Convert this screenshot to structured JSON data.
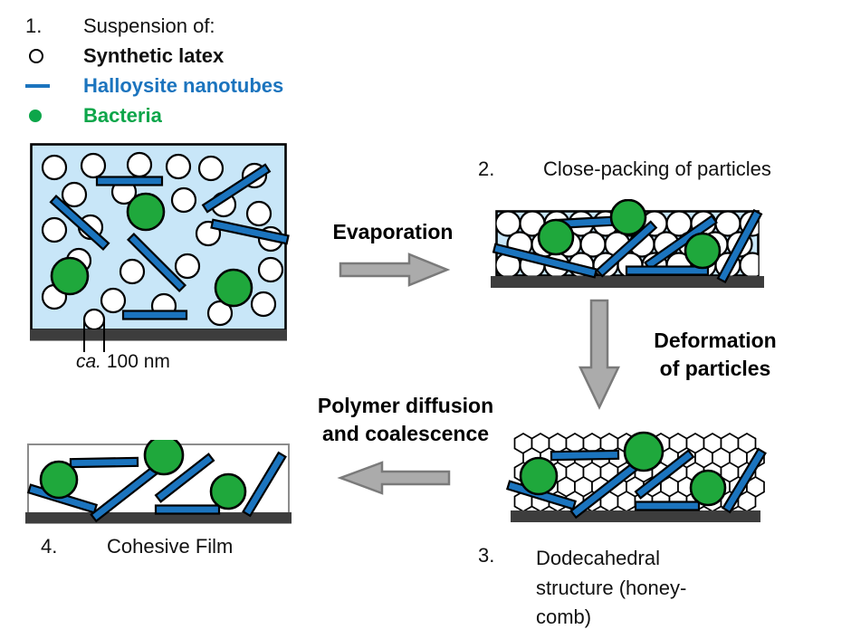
{
  "colors": {
    "suspension_bg": "#C8E6F8",
    "nanotube_blue": "#1B74BE",
    "bacteria_green": "#1FA83C",
    "legend_blue_text": "#1B74BE",
    "legend_green_text": "#0DA64A",
    "latex_white": "#FFFFFF",
    "outline_black": "#000000",
    "substrate_gray": "#3D3D3D",
    "film_border_gray": "#8C8C8C",
    "arrow_fill": "#ABABAB",
    "arrow_stroke": "#7A7A7A"
  },
  "legend": {
    "number": "1.",
    "title": "Suspension of:",
    "items": [
      {
        "symbol": "open-circle-icon",
        "label": "Synthetic latex"
      },
      {
        "symbol": "dash-icon",
        "label": "Halloysite nanotubes"
      },
      {
        "symbol": "filled-dot-icon",
        "label": "Bacteria"
      }
    ]
  },
  "annotation": {
    "scale_italic": "ca.",
    "scale_rest": " 100 nm"
  },
  "arrows": {
    "evaporation": "Evaporation",
    "deformation_line1": "Deformation",
    "deformation_line2": "of particles",
    "polymer_line1": "Polymer diffusion",
    "polymer_line2": "and coalescence"
  },
  "steps": {
    "step2": {
      "number": "2.",
      "label": "Close-packing of particles"
    },
    "step3": {
      "number": "3.",
      "line1": "Dodecahedral",
      "line2": "structure (honey-",
      "line3": "comb)"
    },
    "step4": {
      "number": "4.",
      "label": "Cohesive Film"
    }
  }
}
